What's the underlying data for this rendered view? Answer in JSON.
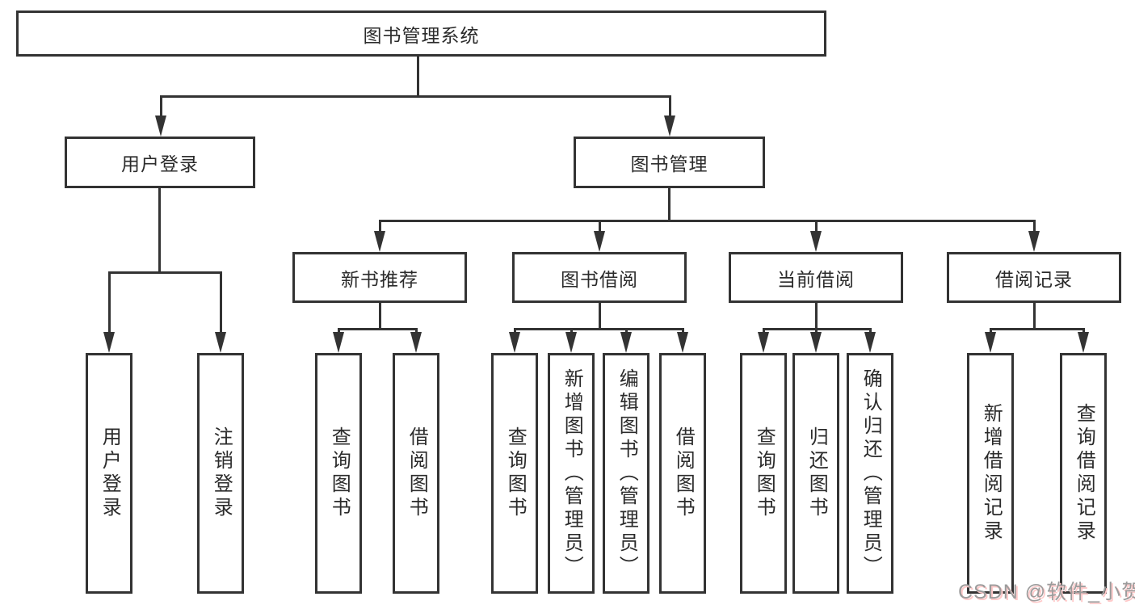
{
  "colors": {
    "line_color": "#333333",
    "text_color": "#2b2b2b",
    "box_bg": "#ffffff",
    "page_bg": "#ffffff",
    "watermark_color": "#9c9c9c",
    "watermark_shadow": "#ffc9c9"
  },
  "watermark": {
    "text": "CSDN @软件_小贺同学"
  },
  "diagram": {
    "root": {
      "label": "图书管理系统",
      "children": [
        {
          "label": "用户登录",
          "children": [
            {
              "label": "用户登录"
            },
            {
              "label": "注销登录"
            }
          ]
        },
        {
          "label": "图书管理",
          "children": [
            {
              "label": "新书推荐",
              "children": [
                {
                  "label": "查询图书"
                },
                {
                  "label": "借阅图书"
                }
              ]
            },
            {
              "label": "图书借阅",
              "children": [
                {
                  "label": "查询图书"
                },
                {
                  "label": "新增图书（管理员）"
                },
                {
                  "label": "编辑图书（管理员）"
                },
                {
                  "label": "借阅图书"
                }
              ]
            },
            {
              "label": "当前借阅",
              "children": [
                {
                  "label": "查询图书"
                },
                {
                  "label": "归还图书"
                },
                {
                  "label": "确认归还（管理员）"
                }
              ]
            },
            {
              "label": "借阅记录",
              "children": [
                {
                  "label": "新增借阅记录"
                },
                {
                  "label": "查询借阅记录"
                }
              ]
            }
          ]
        }
      ]
    }
  }
}
